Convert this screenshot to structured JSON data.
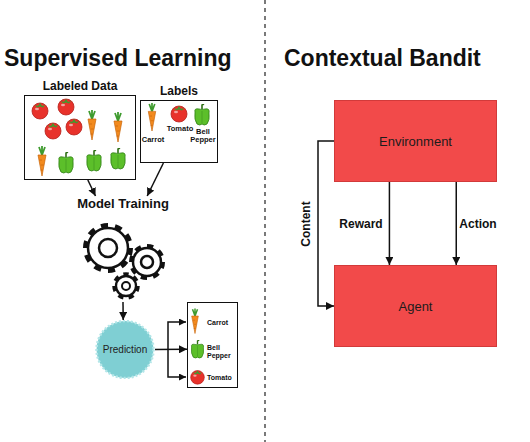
{
  "diagram": {
    "nodes": [
      {
        "text": [
          "Labeled Data"
        ]
      },
      {
        "text": [
          "Labels",
          "Carrot",
          "Tomato",
          "Bell Pepper"
        ]
      },
      {
        "text": [
          "Model Training"
        ]
      },
      {
        "text": [
          "Prediction"
        ]
      },
      {
        "text": [
          "Carrot",
          "Bell Pepper",
          "Tomato"
        ]
      },
      {
        "text": [
          "Environment"
        ]
      },
      {
        "text": [
          "Agent"
        ]
      }
    ],
    "edges": [
      {
        "from": 0,
        "to": 2,
        "arrow": "to"
      },
      {
        "from": 1,
        "to": 2,
        "arrow": "to"
      },
      {
        "from": 2,
        "to": 3,
        "arrow": "to"
      },
      {
        "from": 3,
        "to": 4,
        "arrow": "to"
      },
      {
        "from": 5,
        "to": 6,
        "label": "Content",
        "arrow": "to"
      },
      {
        "from": 5,
        "to": 6,
        "label": "Reward",
        "arrow": "to"
      },
      {
        "from": 5,
        "to": 6,
        "label": "Action",
        "arrow": "to"
      }
    ],
    "labels": [
      "Supervised Learning",
      "Contextual Bandit"
    ]
  }
}
